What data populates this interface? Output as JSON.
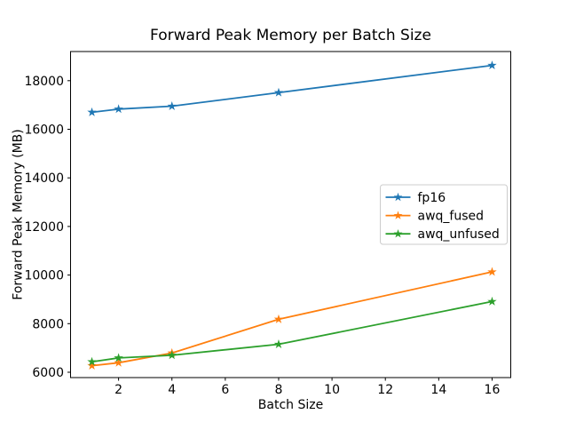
{
  "figure": {
    "background": "#ffffff"
  },
  "chart_data": {
    "type": "line",
    "title": "Forward Peak Memory per Batch Size",
    "xlabel": "Batch Size",
    "ylabel": "Forward Peak Memory (MB)",
    "x": [
      1,
      2,
      4,
      8,
      16
    ],
    "series": [
      {
        "name": "fp16",
        "color": "#1f77b4",
        "values": [
          16700,
          16830,
          16950,
          17510,
          18630
        ]
      },
      {
        "name": "awq_fused",
        "color": "#ff7f0e",
        "values": [
          6270,
          6390,
          6790,
          8180,
          10130
        ]
      },
      {
        "name": "awq_unfused",
        "color": "#2ca02c",
        "values": [
          6430,
          6590,
          6700,
          7150,
          8910
        ]
      }
    ],
    "marker": "star",
    "line_width": 1.8,
    "x_ticks": [
      2,
      4,
      6,
      8,
      10,
      12,
      14,
      16
    ],
    "y_ticks": [
      6000,
      8000,
      10000,
      12000,
      14000,
      16000,
      18000
    ],
    "xlim": [
      0.2,
      16.7
    ],
    "ylim": [
      5780,
      19200
    ],
    "grid": false,
    "legend_position": "center right",
    "legend_border_color": "#cccccc",
    "axis_color": "#000000",
    "text_color": "#000000"
  }
}
